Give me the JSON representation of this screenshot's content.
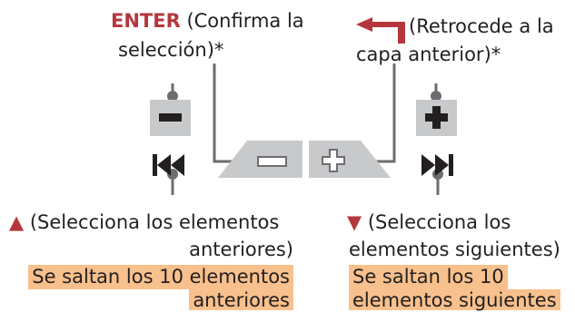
{
  "top_left": {
    "enter_word": "ENTER",
    "line1_rest": "(Confirma la",
    "line2": "selección)*"
  },
  "top_right": {
    "line1": "(Retrocede a la",
    "line2": "capa anterior)*"
  },
  "bottom_left": {
    "marker": "▲",
    "line1": "(Selecciona los elementos",
    "line2": "anteriores)",
    "highlight_line1": "Se saltan los 10 elementos",
    "highlight_line2": "anteriores"
  },
  "bottom_right": {
    "marker": "▼",
    "line1": "(Selecciona los",
    "line2": "elementos siguientes)",
    "highlight_line1": "Se saltan los 10",
    "highlight_line2": "elementos siguientes"
  },
  "colors": {
    "accent_red": "#b5373d",
    "highlight": "#f7c08c",
    "button_gray": "#c8c9cb",
    "line_gray": "#6d6e71",
    "text": "#231f20"
  }
}
